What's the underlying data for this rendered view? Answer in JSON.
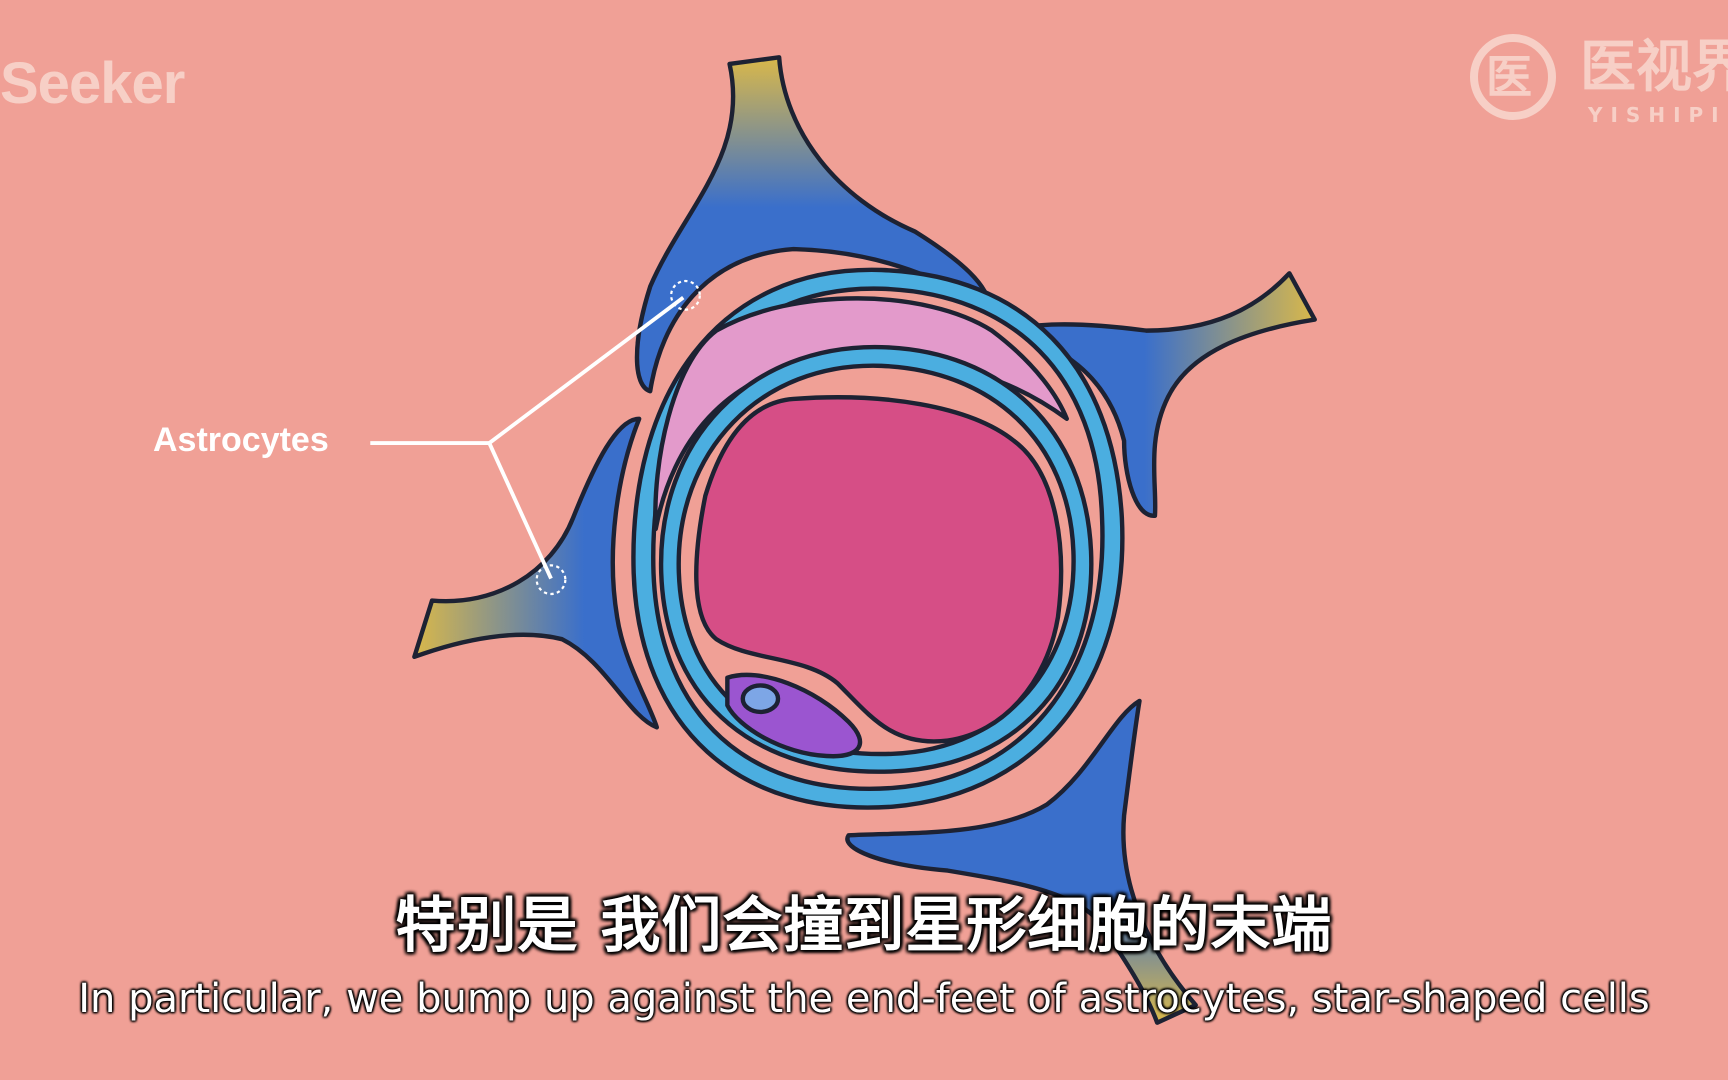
{
  "logo_left": "Seeker",
  "logo_right": {
    "mark": "医",
    "name": "医视界",
    "latin": "YISHIPIN"
  },
  "diagram": {
    "label": "Astrocytes"
  },
  "subtitles": {
    "chinese": "特别是 我们会撞到星形细胞的末端",
    "english": "In particular, we bump up against the end-feet of astrocytes, star-shaped cells"
  },
  "colors": {
    "background": "#F0A096",
    "astrocyte": "#3A6FCB",
    "astrocyte_tip": "#D9B84A",
    "vessel_wall": "#4BAEE0",
    "pericyte_layer": "#E39ACB",
    "red_blood_cell": "#D64E86",
    "nucleus_cell": "#9B55D0"
  }
}
